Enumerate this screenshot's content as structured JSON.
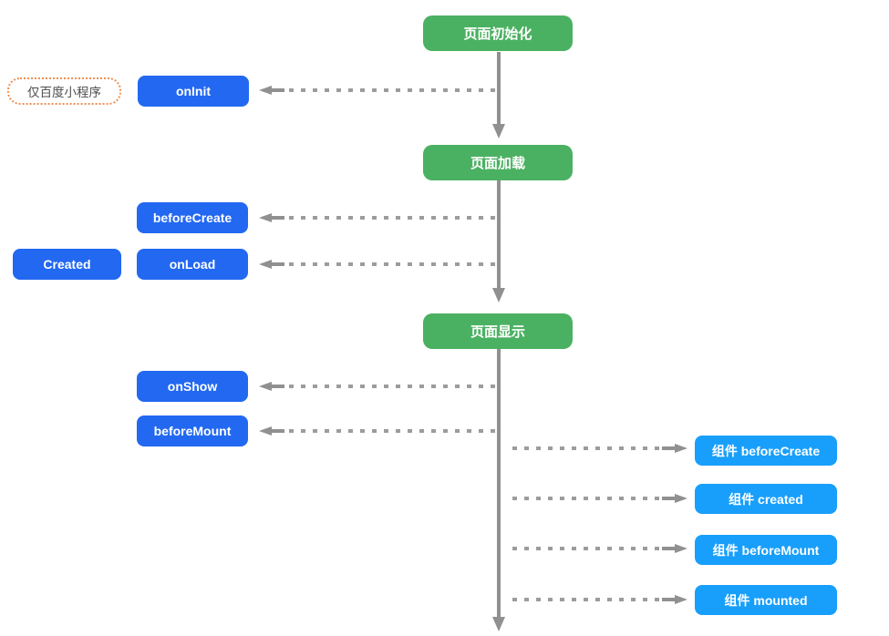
{
  "colors": {
    "page_bg": "#ffffff",
    "stage_bg": "#4bb162",
    "page_hook_bg": "#2268f1",
    "component_hook_bg": "#189ffb",
    "node_text": "#ffffff",
    "note_border": "#ee9052",
    "note_text": "#4c4c4c",
    "arrow": "#909090",
    "arrow_dash": "#9c9c9c"
  },
  "nodes": {
    "stages": [
      {
        "label": "页面初始化"
      },
      {
        "label": "页面加载"
      },
      {
        "label": "页面显示"
      }
    ],
    "note": {
      "label": "仅百度小程序"
    },
    "page_hooks": [
      {
        "label": "onInit"
      },
      {
        "label": "beforeCreate"
      },
      {
        "label": "Created"
      },
      {
        "label": "onLoad"
      },
      {
        "label": "onShow"
      },
      {
        "label": "beforeMount"
      }
    ],
    "component_hooks": [
      {
        "label": "组件 beforeCreate"
      },
      {
        "label": "组件 created"
      },
      {
        "label": "组件 beforeMount"
      },
      {
        "label": "组件 mounted"
      }
    ]
  }
}
